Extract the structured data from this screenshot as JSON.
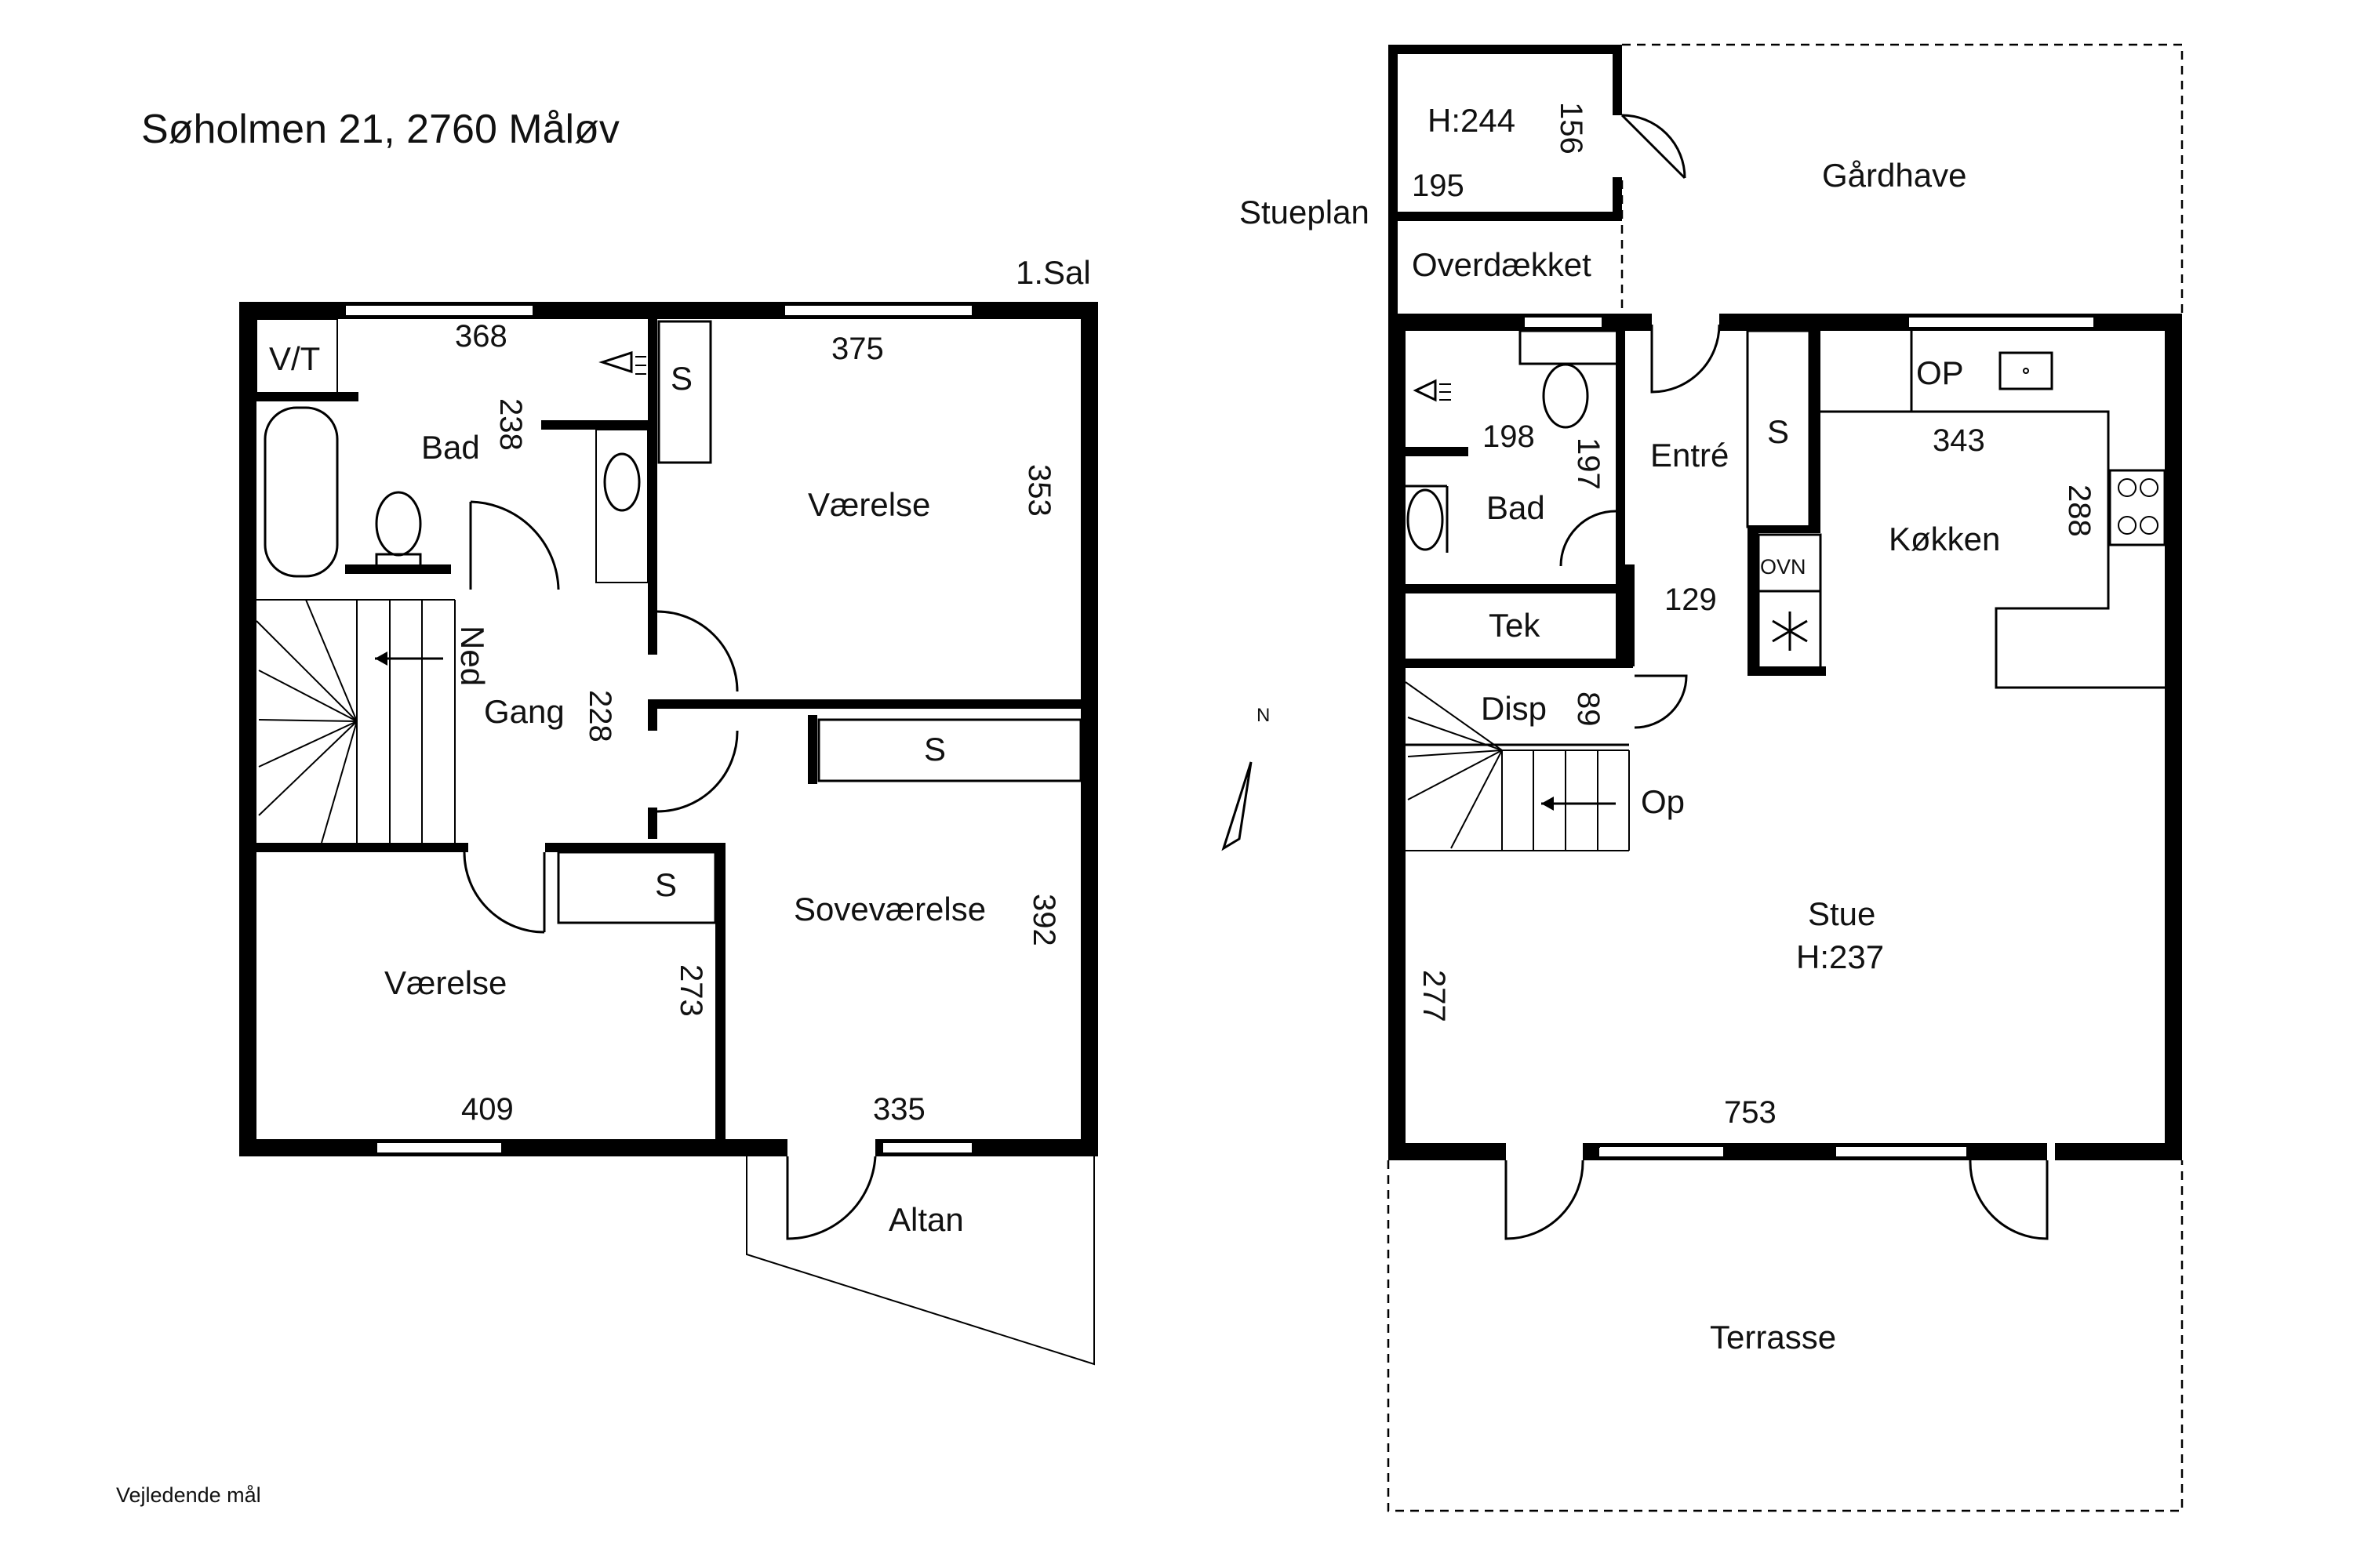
{
  "title": "Søholmen 21, 2760 Måløv",
  "note": "Vejledende mål",
  "north": "N",
  "upper": {
    "floor_name": "1.Sal",
    "rooms": {
      "vt": "V/T",
      "bad": "Bad",
      "s1": "S",
      "vaerelse1": "Værelse",
      "gang": "Gang",
      "ned": "Ned",
      "s2": "S",
      "s3": "S",
      "vaerelse2": "Værelse",
      "sovevaerelse": "Soveværelse",
      "altan": "Altan"
    },
    "dims": {
      "d368": "368",
      "d375": "375",
      "d238": "238",
      "d353": "353",
      "d228": "228",
      "d392": "392",
      "d273": "273",
      "d409": "409",
      "d335": "335"
    }
  },
  "ground": {
    "floor_name": "Stueplan",
    "rooms": {
      "skur_h": "H:244",
      "gardhave": "Gårdhave",
      "overdaekket": "Overdækket",
      "entre": "Entré",
      "s": "S",
      "op_counter": "OP",
      "koekken": "Køkken",
      "bad": "Bad",
      "ovn": "OVN",
      "tek": "Tek",
      "disp": "Disp",
      "op_stairs": "Op",
      "stue": "Stue",
      "stue_h": "H:237",
      "terrasse": "Terrasse"
    },
    "dims": {
      "d156": "156",
      "d195": "195",
      "d198": "198",
      "d197": "197",
      "d343": "343",
      "d288": "288",
      "d129": "129",
      "d89": "89",
      "d277": "277",
      "d753": "753"
    }
  },
  "icons": {
    "compass": "north-arrow-icon",
    "stairs": "staircase-icon",
    "bathtub": "bathtub-icon",
    "toilet": "toilet-icon",
    "sink": "sink-icon",
    "shower": "shower-head-icon",
    "stove": "stove-icon",
    "fan": "asterisk-fan-icon"
  }
}
